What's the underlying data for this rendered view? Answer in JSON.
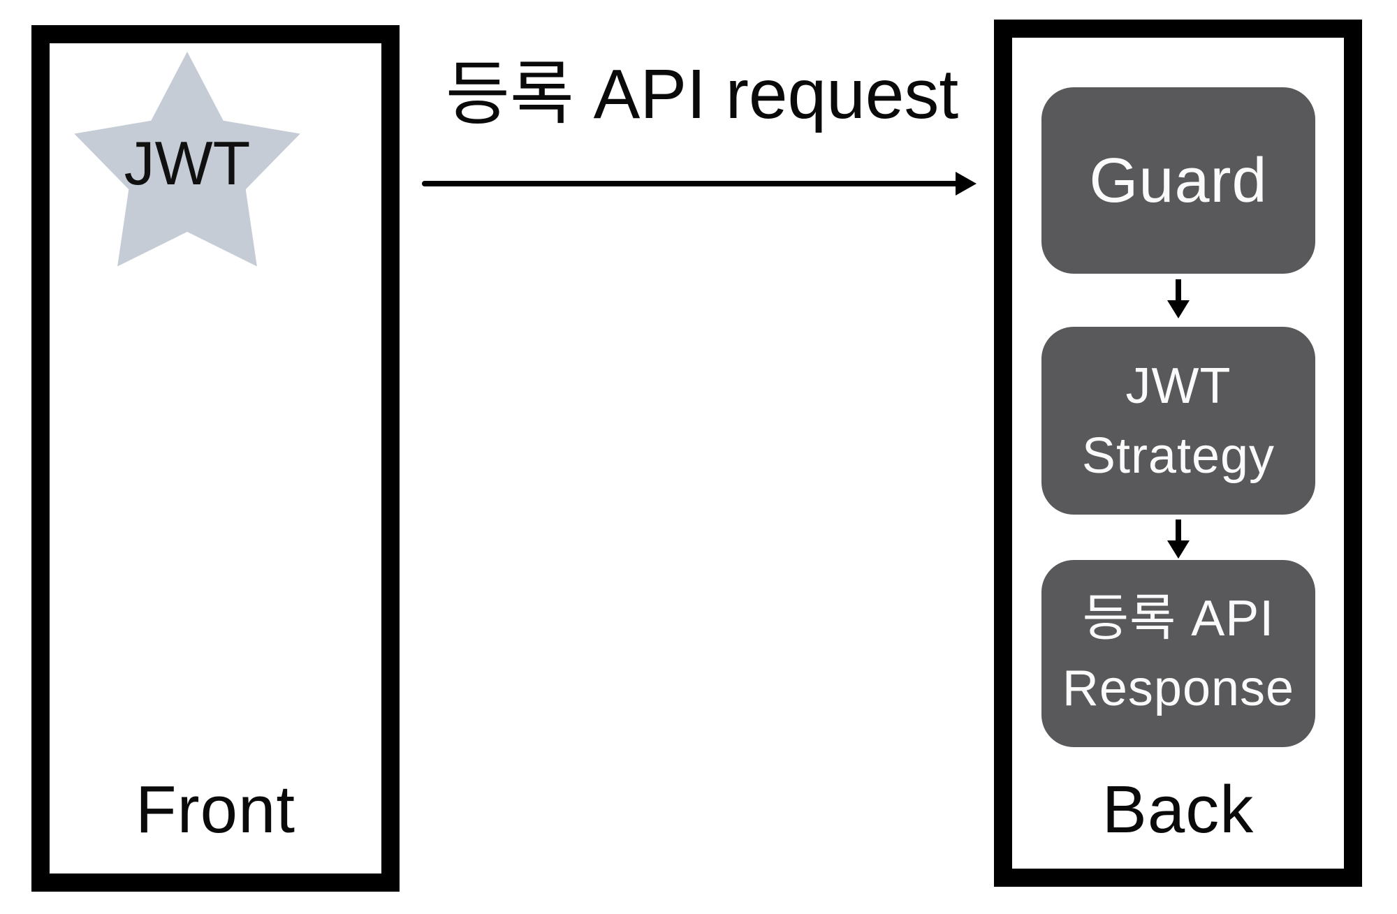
{
  "diagram": {
    "front_panel": {
      "label": "Front",
      "star_label": "JWT"
    },
    "request_arrow": {
      "label": "등록 API request"
    },
    "back_panel": {
      "label": "Back",
      "nodes": [
        {
          "lines": [
            "Guard"
          ]
        },
        {
          "lines": [
            "JWT",
            "Strategy"
          ]
        },
        {
          "lines": [
            "등록 API",
            "Response"
          ]
        }
      ]
    },
    "colors": {
      "outline": "#000000",
      "node_fill": "#59595b",
      "node_text": "#fafafa",
      "star_fill": "#c6ccd6",
      "label_text": "#0a0a0a",
      "background": "#ffffff"
    }
  }
}
